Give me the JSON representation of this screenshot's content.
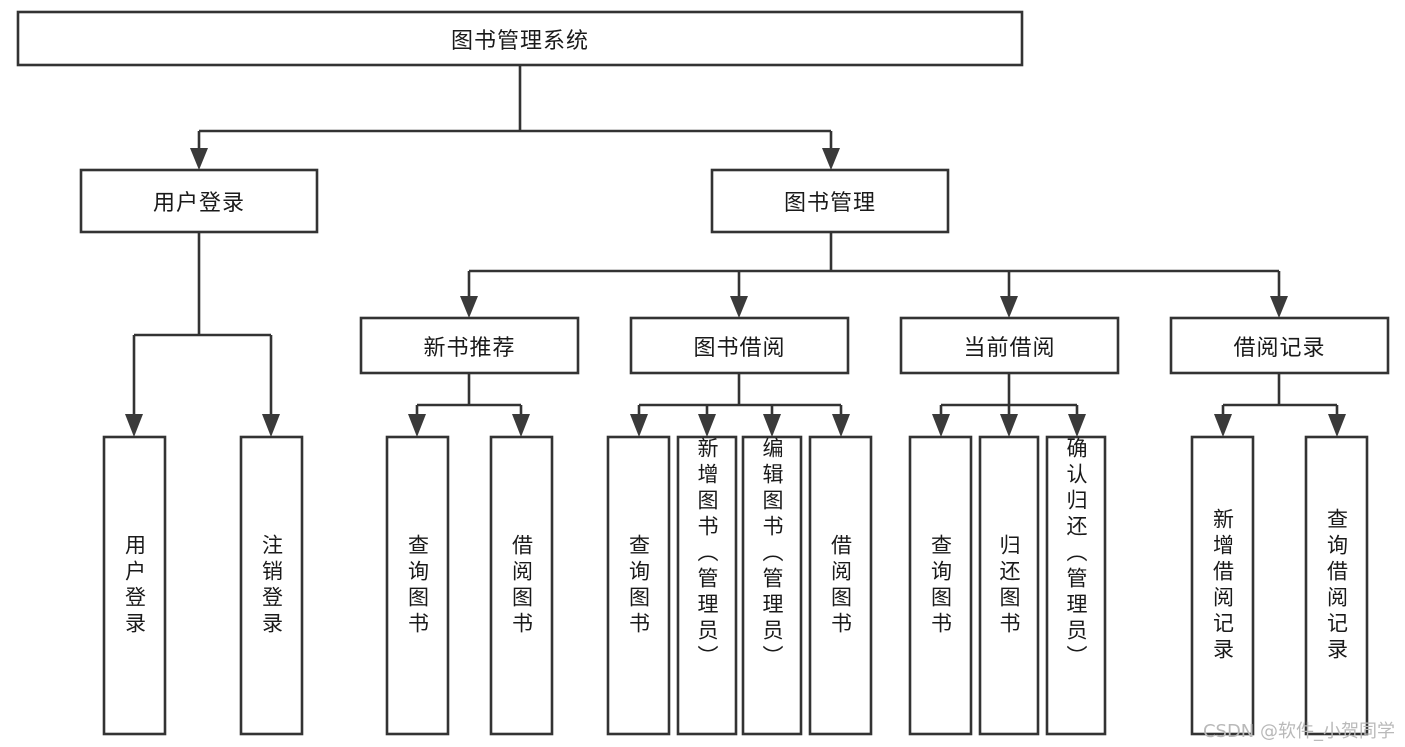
{
  "diagram": {
    "title": "图书管理系统",
    "type": "tree",
    "orientation": "top-down",
    "watermark": "CSDN @软件_小贺同学",
    "colors": {
      "box_fill": "#ffffff",
      "box_stroke": "#333333",
      "text": "#1a1a1a",
      "watermark": "#b9b9b9",
      "background": "#ffffff"
    },
    "root": {
      "id": "root",
      "label": "图书管理系统",
      "orientation": "horizontal"
    },
    "level2": [
      {
        "id": "user-login",
        "label": "用户登录",
        "orientation": "horizontal"
      },
      {
        "id": "book-manage",
        "label": "图书管理",
        "orientation": "horizontal"
      }
    ],
    "level3": [
      {
        "id": "new-book-recommend",
        "label": "新书推荐",
        "orientation": "horizontal",
        "parent": "book-manage"
      },
      {
        "id": "book-borrow",
        "label": "图书借阅",
        "orientation": "horizontal",
        "parent": "book-manage"
      },
      {
        "id": "current-borrow",
        "label": "当前借阅",
        "orientation": "horizontal",
        "parent": "book-manage"
      },
      {
        "id": "borrow-record",
        "label": "借阅记录",
        "orientation": "horizontal",
        "parent": "book-manage"
      }
    ],
    "leaves": [
      {
        "id": "leaf-user-login",
        "label": "用户登录",
        "orientation": "vertical",
        "parent": "user-login"
      },
      {
        "id": "leaf-user-logout",
        "label": "注销登录",
        "orientation": "vertical",
        "parent": "user-login"
      },
      {
        "id": "leaf-query-book-1",
        "label": "查询图书",
        "orientation": "vertical",
        "parent": "new-book-recommend"
      },
      {
        "id": "leaf-borrow-book-1",
        "label": "借阅图书",
        "orientation": "vertical",
        "parent": "new-book-recommend"
      },
      {
        "id": "leaf-query-book-2",
        "label": "查询图书",
        "orientation": "vertical",
        "parent": "book-borrow"
      },
      {
        "id": "leaf-add-book",
        "label": "新增图书（管理员）",
        "orientation": "vertical",
        "parent": "book-borrow"
      },
      {
        "id": "leaf-edit-book",
        "label": "编辑图书（管理员）",
        "orientation": "vertical",
        "parent": "book-borrow"
      },
      {
        "id": "leaf-borrow-book-2",
        "label": "借阅图书",
        "orientation": "vertical",
        "parent": "book-borrow"
      },
      {
        "id": "leaf-query-book-3",
        "label": "查询图书",
        "orientation": "vertical",
        "parent": "current-borrow"
      },
      {
        "id": "leaf-return-book",
        "label": "归还图书",
        "orientation": "vertical",
        "parent": "current-borrow"
      },
      {
        "id": "leaf-confirm-return",
        "label": "确认归还（管理员）",
        "orientation": "vertical",
        "parent": "current-borrow"
      },
      {
        "id": "leaf-add-record",
        "label": "新增借阅记录",
        "orientation": "vertical",
        "parent": "borrow-record"
      },
      {
        "id": "leaf-query-record",
        "label": "查询借阅记录",
        "orientation": "vertical",
        "parent": "borrow-record"
      }
    ]
  }
}
